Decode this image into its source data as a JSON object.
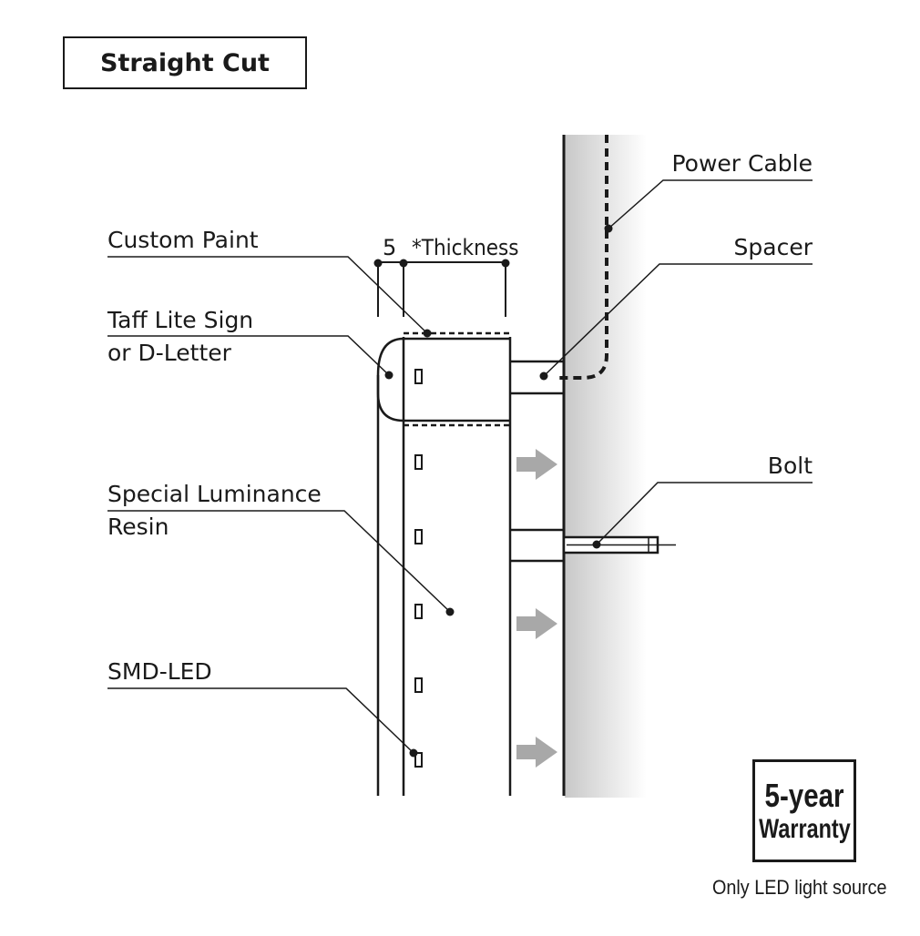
{
  "title": "Straight Cut",
  "labels": {
    "power_cable": "Power Cable",
    "spacer": "Spacer",
    "bolt": "Bolt",
    "custom_paint": "Custom Paint",
    "taff_line1": "Taff Lite Sign",
    "taff_line2": "or D-Letter",
    "resin_line1": "Special Luminance",
    "resin_line2": "Resin",
    "smd_led": "SMD-LED"
  },
  "dimensions": {
    "five": "5",
    "thickness": "*Thickness"
  },
  "warranty": {
    "line1": "5-year",
    "line2": "Warranty",
    "note": "Only LED light source"
  },
  "colors": {
    "line": "#1a1a1a",
    "arrow": "#a8a8a8",
    "wall_gradient_start": "#c8c8c8"
  }
}
